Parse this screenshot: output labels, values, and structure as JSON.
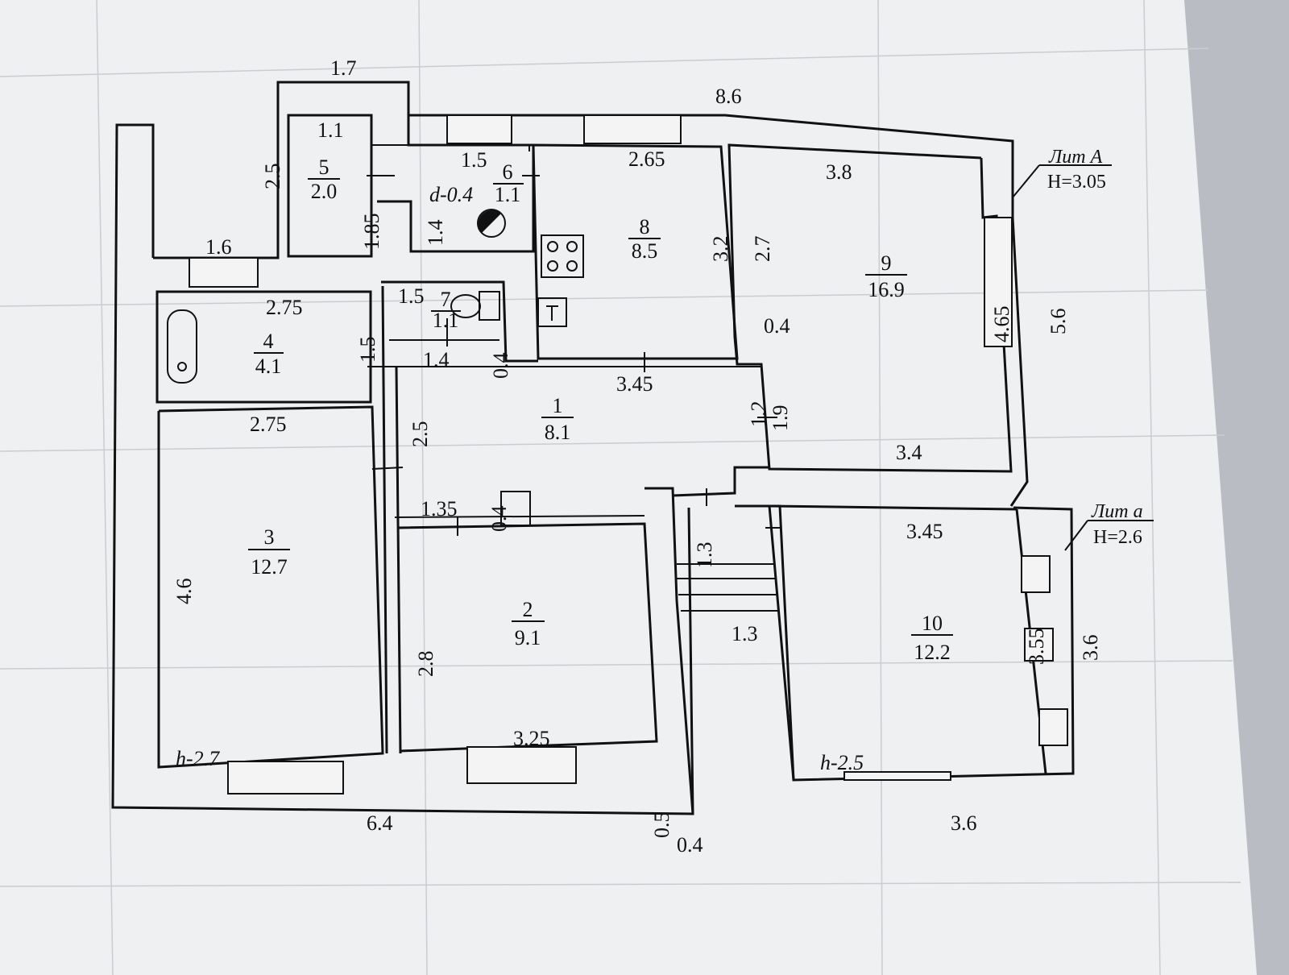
{
  "colors": {
    "paper": "#eef0f2",
    "ink": "#111111",
    "grid": "#c9cdd3",
    "shadow": "#b9bcc2"
  },
  "rooms": [
    {
      "number": "1",
      "area": "8.1"
    },
    {
      "number": "2",
      "area": "9.1"
    },
    {
      "number": "3",
      "area": "12.7"
    },
    {
      "number": "4",
      "area": "4.1"
    },
    {
      "number": "5",
      "area": "2.0"
    },
    {
      "number": "6",
      "area": "1.1"
    },
    {
      "number": "7",
      "area": "1.1"
    },
    {
      "number": "8",
      "area": "8.5"
    },
    {
      "number": "9",
      "area": "16.9"
    },
    {
      "number": "10",
      "area": "12.2"
    }
  ],
  "dimensions": {
    "top_1_7": "1.7",
    "top_8_6": "8.6",
    "r5_w": "1.1",
    "r5_h_left": "2.5",
    "r5_h_right": "1.85",
    "r6_w": "1.5",
    "r6_h": "1.4",
    "r6_d": "d-0.4",
    "r8_w": "2.65",
    "r8_h_a": "3.2",
    "r8_h_b": "2.7",
    "r9_w_top": "3.8",
    "r9_h": "4.65",
    "r9_w_bottom": "3.4",
    "r9_ext": "5.6",
    "r9_small": "0.4",
    "left_1_6": "1.6",
    "r4_w": "2.75",
    "r4_h": "1.5",
    "r7_w": "1.5",
    "r7_a": "1.4",
    "r7_b": "0.4",
    "r1_w": "3.45",
    "r1_h": "2.5",
    "r1_c": "1.2",
    "r1_d": "1.9",
    "r3_w": "2.75",
    "r3_h": "4.6",
    "r3_ceiling": "h-2.7",
    "r2_a": "1.35",
    "r2_b": "0.4",
    "r2_h": "2.8",
    "r2_w": "3.25",
    "hall_a": "1.3",
    "hall_b": "1.3",
    "r10_w_top": "3.45",
    "r10_h": "3.55",
    "r10_ext": "3.6",
    "r10_w_bottom": "3.6",
    "r10_ceiling": "h-2.5",
    "bottom_6_4": "6.4",
    "bottom_0_5": "0.5",
    "bottom_0_4": "0.4"
  },
  "labels": {
    "lit_A": "Лит А",
    "height_A": "H=3.05",
    "lit_a": "Лит а",
    "height_a": "H=2.6"
  }
}
